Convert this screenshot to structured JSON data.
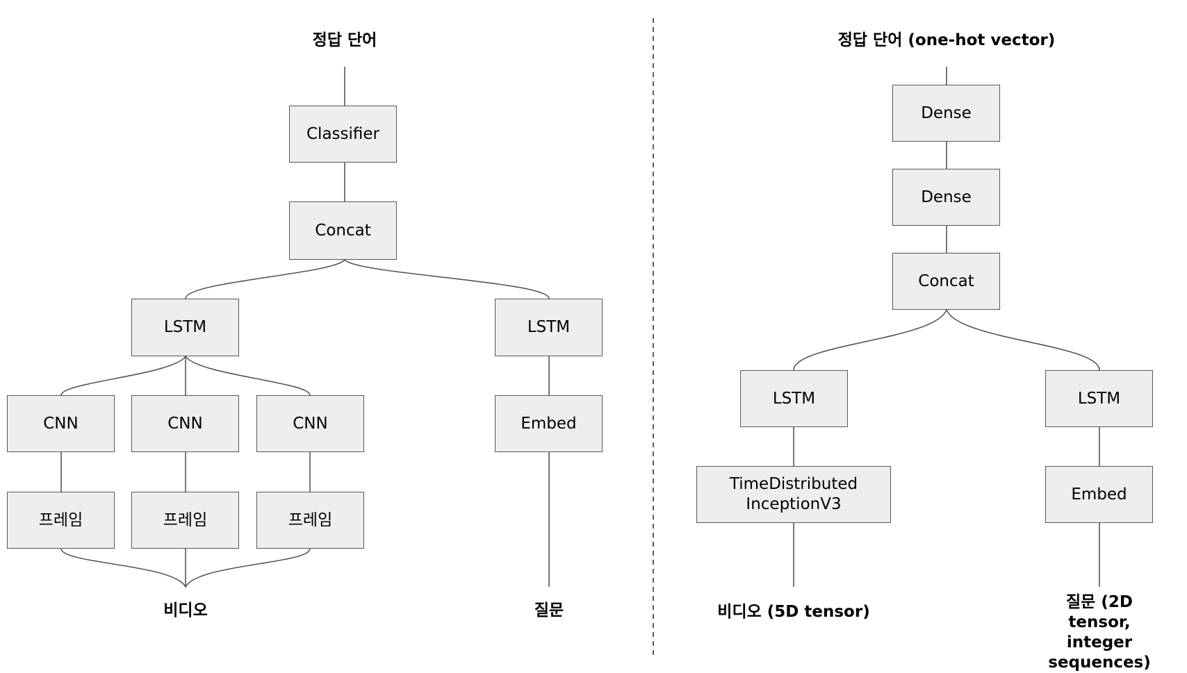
{
  "left": {
    "output_label": "정답 단어",
    "classifier": "Classifier",
    "concat": "Concat",
    "lstm_video": "LSTM",
    "lstm_question": "LSTM",
    "cnn": [
      "CNN",
      "CNN",
      "CNN"
    ],
    "frames": [
      "프레임",
      "프레임",
      "프레임"
    ],
    "embed": "Embed",
    "video_label": "비디오",
    "question_label": "질문"
  },
  "right": {
    "output_label": "정답 단어 (one-hot vector)",
    "dense_top": "Dense",
    "dense_bottom": "Dense",
    "concat": "Concat",
    "lstm_video": "LSTM",
    "lstm_question": "LSTM",
    "time_distributed": "TimeDistributed\nInceptionV3",
    "embed": "Embed",
    "video_label": "비디오 (5D tensor)",
    "question_label": "질문 (2D tensor,\ninteger sequences)"
  }
}
